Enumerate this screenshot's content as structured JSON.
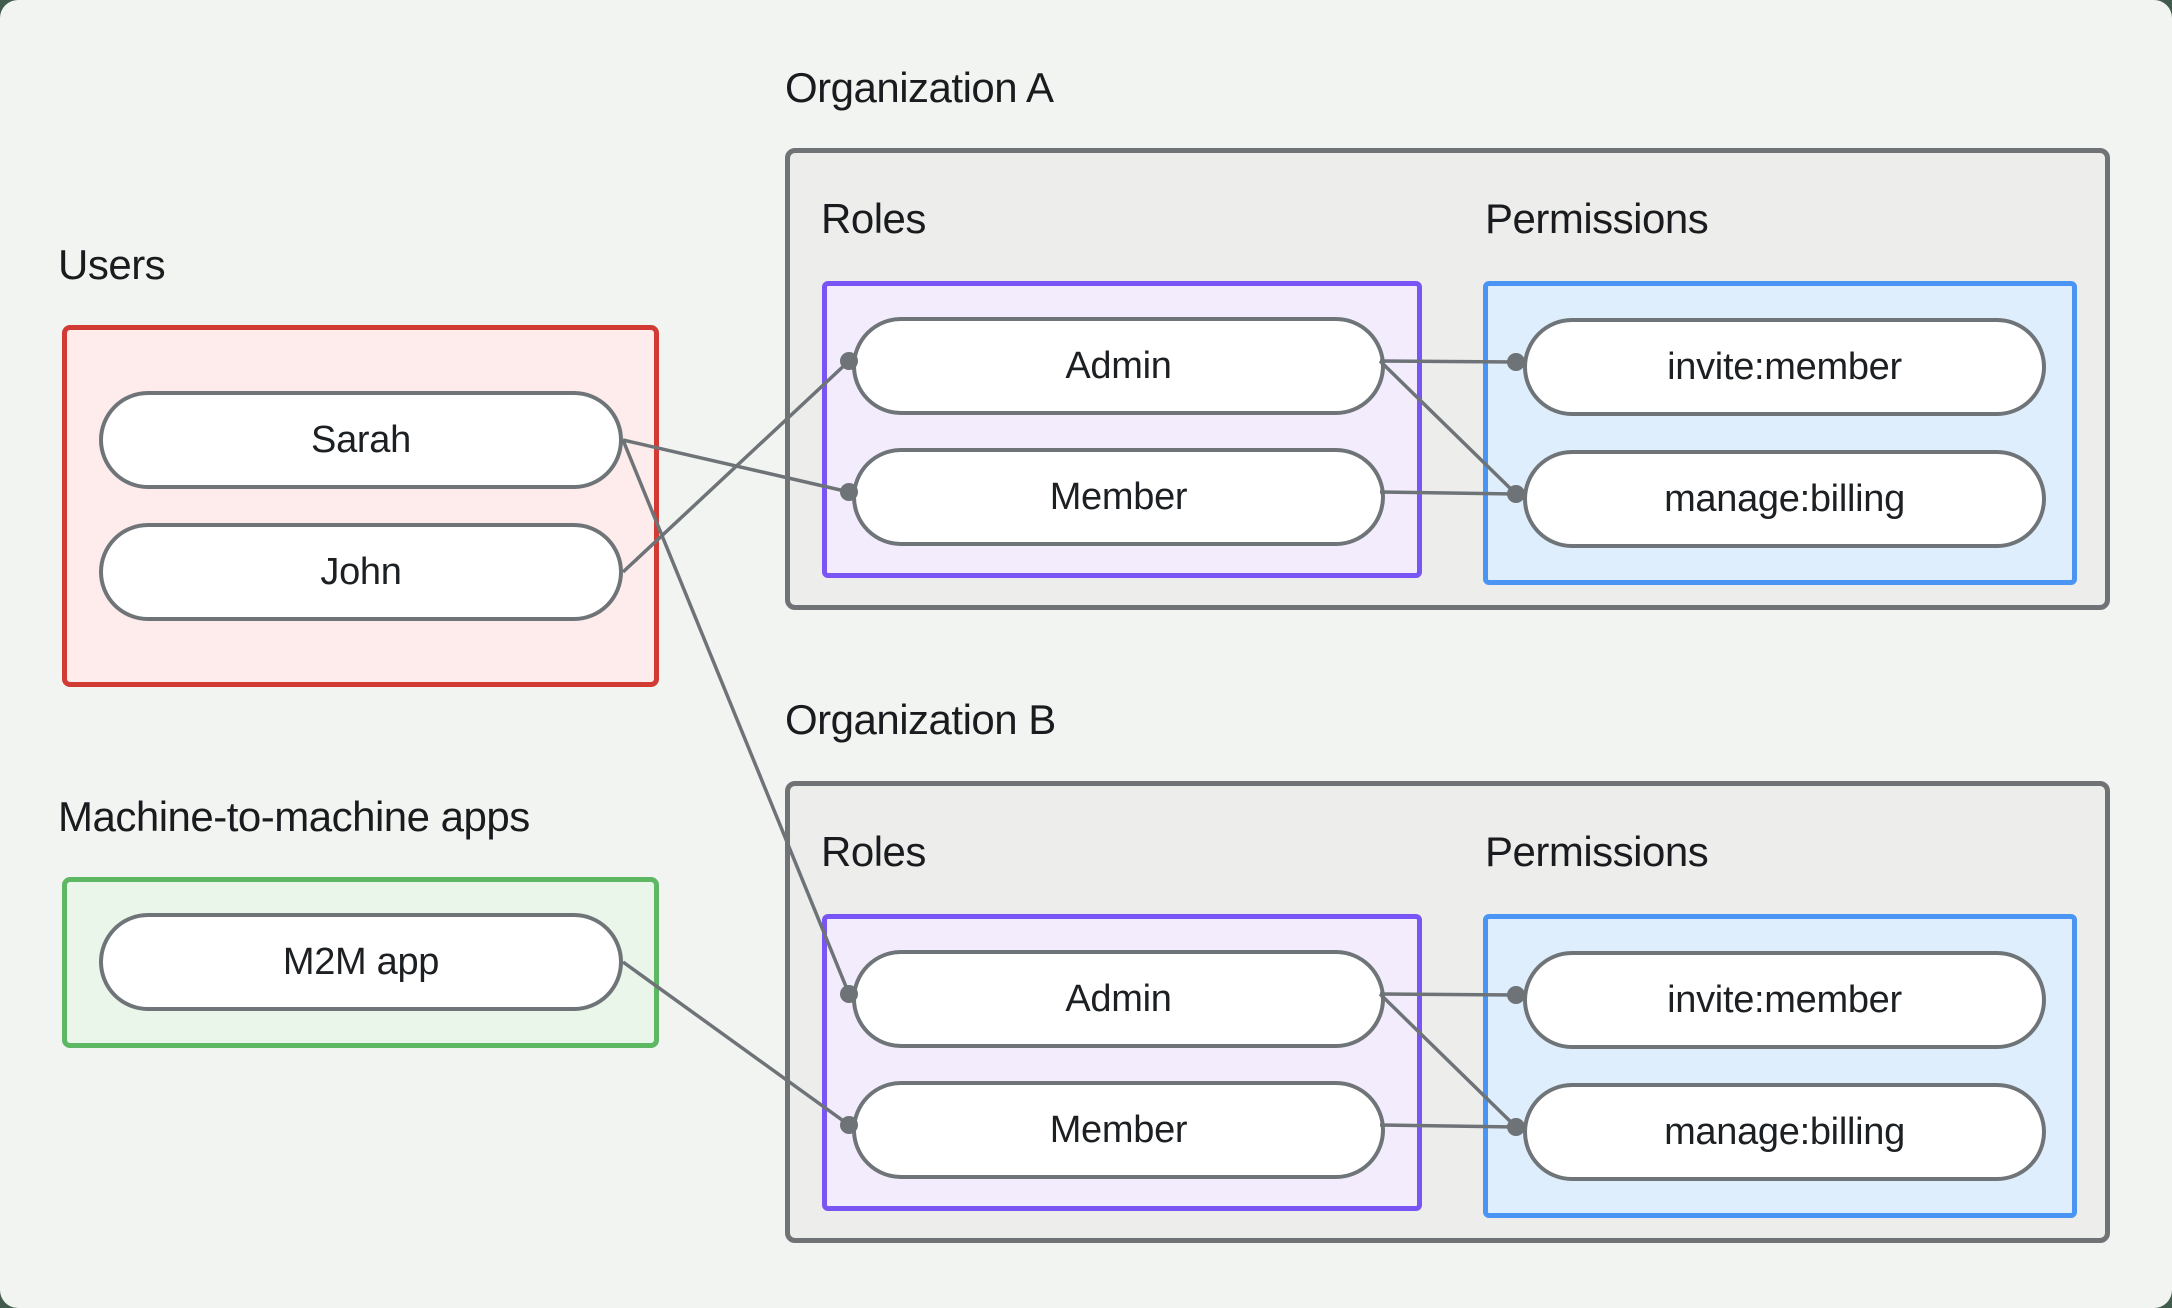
{
  "colors": {
    "page_bg": "#415c4c",
    "card_bg": "#f2f4f1",
    "text": "#191b1e",
    "red": "#d23b33",
    "red_fill": "#fdeceb",
    "green": "#5eb763",
    "green_fill": "#eaf6ea",
    "purple": "#7a55f6",
    "purple_fill": "#f2ecfd",
    "blue": "#4a94f4",
    "blue_fill": "#dfeefc",
    "gray_border": "#6f7376",
    "org_fill": "#ededec",
    "pill_border": "#6e7477",
    "line": "#6e7377"
  },
  "users_group": {
    "label": "Users",
    "items": [
      {
        "id": "sarah",
        "label": "Sarah"
      },
      {
        "id": "john",
        "label": "John"
      }
    ]
  },
  "m2m_group": {
    "label": "Machine-to-machine apps",
    "items": [
      {
        "id": "m2m-app",
        "label": "M2M app"
      }
    ]
  },
  "organizations": [
    {
      "id": "orgA",
      "label": "Organization A",
      "roles_label": "Roles",
      "permissions_label": "Permissions",
      "roles": [
        {
          "id": "orgA-admin",
          "label": "Admin"
        },
        {
          "id": "orgA-member",
          "label": "Member"
        }
      ],
      "permissions": [
        {
          "id": "orgA-invite",
          "label": "invite:member"
        },
        {
          "id": "orgA-manage",
          "label": "manage:billing"
        }
      ]
    },
    {
      "id": "orgB",
      "label": "Organization B",
      "roles_label": "Roles",
      "permissions_label": "Permissions",
      "roles": [
        {
          "id": "orgB-admin",
          "label": "Admin"
        },
        {
          "id": "orgB-member",
          "label": "Member"
        }
      ],
      "permissions": [
        {
          "id": "orgB-invite",
          "label": "invite:member"
        },
        {
          "id": "orgB-manage",
          "label": "manage:billing"
        }
      ]
    }
  ],
  "connections": [
    {
      "from": "john",
      "to": "orgA-admin"
    },
    {
      "from": "sarah",
      "to": "orgA-member"
    },
    {
      "from": "sarah",
      "to": "orgB-admin"
    },
    {
      "from": "m2m-app",
      "to": "orgB-member"
    },
    {
      "from": "orgA-admin",
      "to": "orgA-invite"
    },
    {
      "from": "orgA-admin",
      "to": "orgA-manage"
    },
    {
      "from": "orgA-member",
      "to": "orgA-manage"
    },
    {
      "from": "orgB-admin",
      "to": "orgB-invite"
    },
    {
      "from": "orgB-admin",
      "to": "orgB-manage"
    },
    {
      "from": "orgB-member",
      "to": "orgB-manage"
    }
  ]
}
